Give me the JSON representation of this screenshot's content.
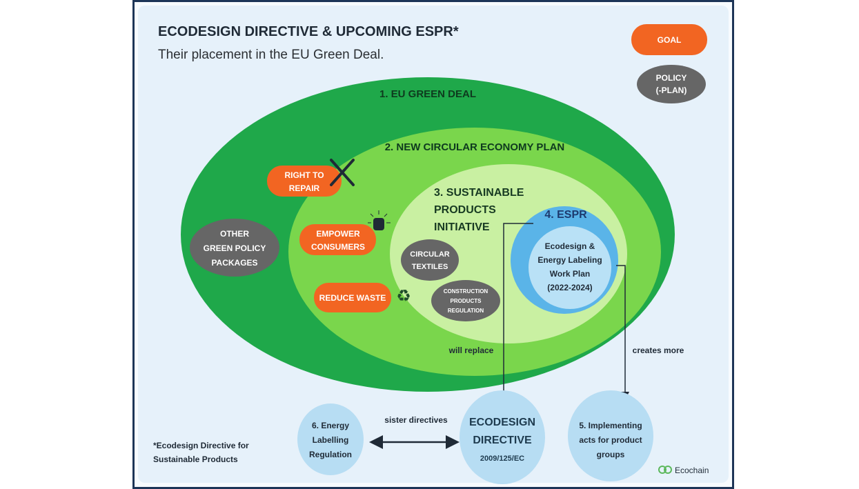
{
  "header": {
    "title": "ECODESIGN DIRECTIVE & UPCOMING ESPR*",
    "subtitle": "Their placement in the EU Green Deal."
  },
  "legend": {
    "goal": "GOAL",
    "policy_line1": "POLICY",
    "policy_line2": "(-PLAN)"
  },
  "circles": {
    "green_deal": "1. EU GREEN DEAL",
    "circular_economy": "2. NEW CIRCULAR ECONOMY PLAN",
    "spi": [
      "3. SUSTAINABLE",
      "PRODUCTS",
      "INITIATIVE"
    ],
    "espr": "4. ESPR",
    "work_plan": [
      "Ecodesign &",
      "Energy Labeling",
      "Work Plan",
      "(2022-2024)"
    ]
  },
  "goals": {
    "right_to_repair": [
      "RIGHT TO",
      "REPAIR"
    ],
    "empower_consumers": [
      "EMPOWER",
      "CONSUMERS"
    ],
    "reduce_waste": "REDUCE WASTE"
  },
  "policies": {
    "other": [
      "OTHER",
      "GREEN POLICY",
      "PACKAGES"
    ],
    "circular_textiles": [
      "CIRCULAR",
      "TEXTILES"
    ],
    "construction": [
      "CONSTRUCTION",
      "PRODUCTS",
      "REGULATION"
    ]
  },
  "arrows": {
    "will_replace": "will replace",
    "creates_more": "creates more",
    "sister": "sister directives"
  },
  "bottom": {
    "energy": [
      "6. Energy",
      "Labelling",
      "Regulation"
    ],
    "ecodesign": [
      "ECODESIGN",
      "DIRECTIVE",
      "2009/125/EC"
    ],
    "implementing": [
      "5. Implementing",
      "acts for product",
      "groups"
    ]
  },
  "footnote": [
    "*Ecodesign Directive for",
    "Sustainable Products"
  ],
  "brand": "Ecochain",
  "colors": {
    "goal": "#f26522",
    "policy": "#666666",
    "green_deal": "#1fa84a",
    "circular": "#7ad64c",
    "spi": "#c9f0a2",
    "espr": "#5ab4e8",
    "bottom": "#b7ddf3"
  }
}
